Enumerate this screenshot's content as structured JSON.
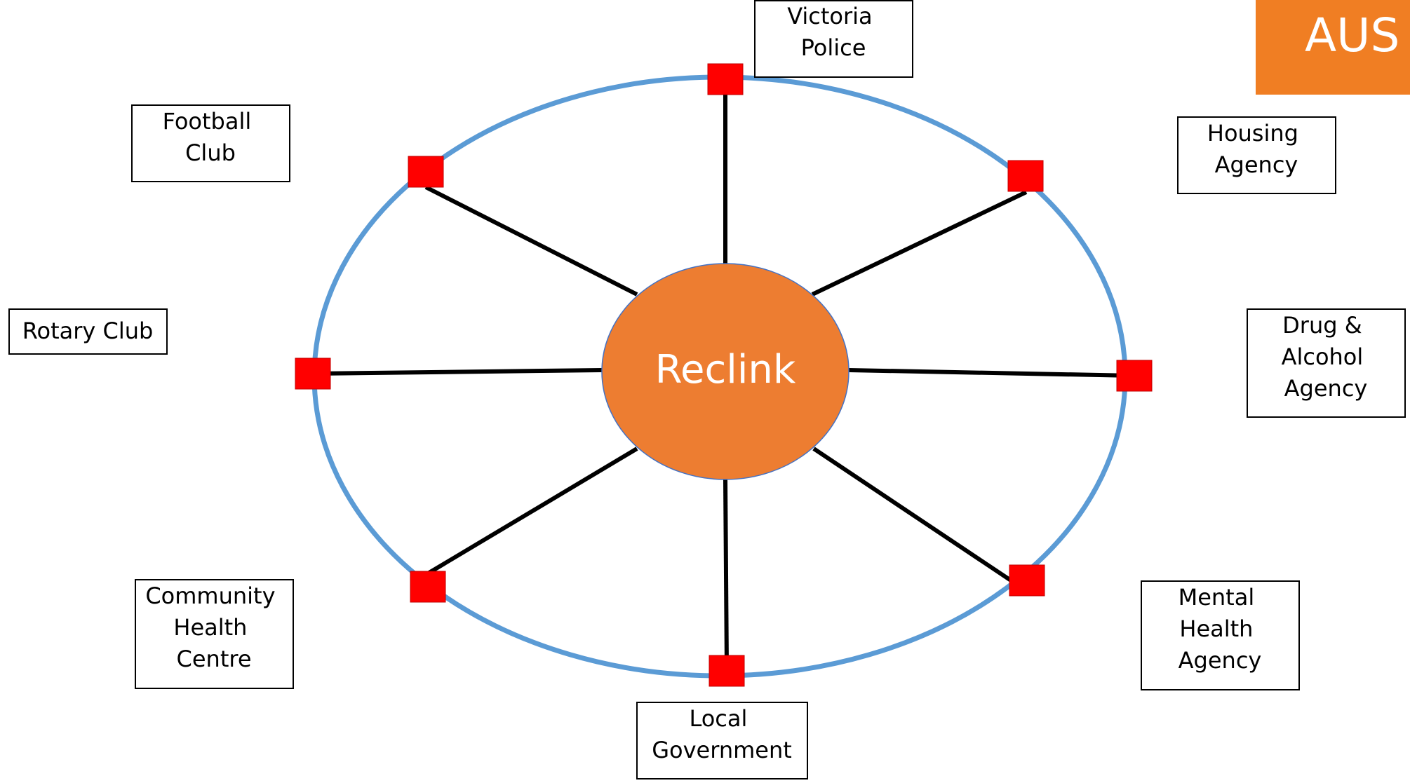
{
  "diagram": {
    "center_label": "Reclink",
    "nodes": [
      {
        "id": "victoria-police",
        "lines": [
          "Victoria",
          "Police"
        ]
      },
      {
        "id": "housing-agency",
        "lines": [
          "Housing",
          "Agency"
        ]
      },
      {
        "id": "drug-alcohol-agency",
        "lines": [
          "Drug &",
          "Alcohol",
          "Agency"
        ]
      },
      {
        "id": "mental-health-agency",
        "lines": [
          "Mental",
          "Health",
          "Agency"
        ]
      },
      {
        "id": "local-government",
        "lines": [
          "Local",
          "Government"
        ]
      },
      {
        "id": "community-health-centre",
        "lines": [
          "Community",
          "Health",
          "Centre"
        ]
      },
      {
        "id": "rotary-club",
        "lines": [
          "Rotary Club"
        ]
      },
      {
        "id": "football-club",
        "lines": [
          "Football",
          "Club"
        ]
      }
    ],
    "colors": {
      "hub_fill": "#ED7D31",
      "hub_stroke": "#4472C4",
      "ring": "#5B9BD5",
      "connector": "#FF0000",
      "spoke": "#000000",
      "logo": "#F07E23"
    }
  },
  "logo": {
    "text": "AUS"
  }
}
